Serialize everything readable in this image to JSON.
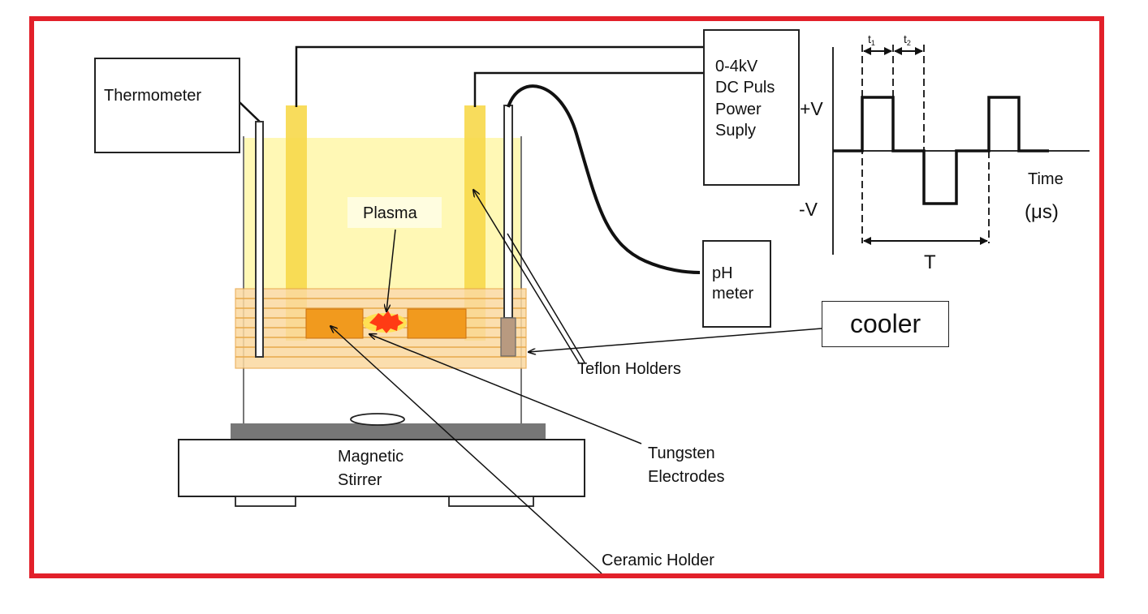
{
  "colors": {
    "frame": "#e2202a",
    "liquid": "#fff7a8",
    "teflon": "#f7d84a",
    "cooler_band": "#fbd9a0",
    "ceramic": "#f19a1e",
    "plasma": "#ff3b14",
    "stirrer_plate": "#777777"
  },
  "labels": {
    "thermometer": "Thermometer",
    "power_supply": "0-4kV\nDC Puls\nPower\nSuply",
    "ph_meter": "pH\nmeter",
    "cooler": "cooler",
    "plasma": "Plasma",
    "teflon_holders": "Teflon Holders",
    "tungsten_electrodes": "Tungsten\nElectrodes",
    "ceramic_holder": "Ceramic Holder",
    "magnetic_stirrer": "Magnetic\nStirrer"
  },
  "waveform": {
    "plus_v": "+V",
    "minus_v": "-V",
    "time_label": "Time",
    "time_unit": "(μs)",
    "period": "T",
    "t1": "t",
    "t1_sub": "1",
    "t2": "t",
    "t2_sub": "2"
  }
}
